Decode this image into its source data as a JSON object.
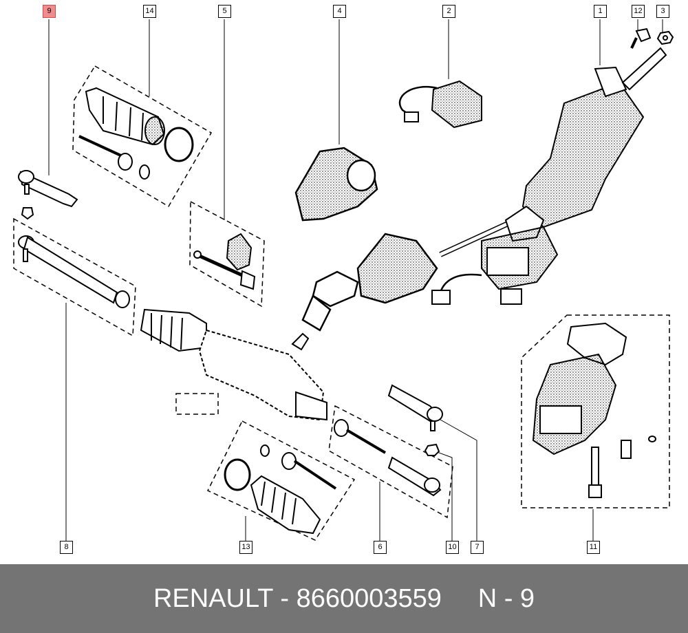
{
  "callouts": {
    "c9": "9",
    "c14": "14",
    "c5": "5",
    "c4": "4",
    "c2": "2",
    "c1": "1",
    "c12": "12",
    "c3": "3",
    "c8": "8",
    "c13": "13",
    "c6": "6",
    "c10": "10",
    "c7": "7",
    "c11": "11"
  },
  "footer": {
    "text": "RENAULT - 8660003559     N - 9"
  },
  "colors": {
    "highlight": "#f08c8c",
    "footer_bg": "#747474",
    "footer_text": "#ffffff"
  }
}
